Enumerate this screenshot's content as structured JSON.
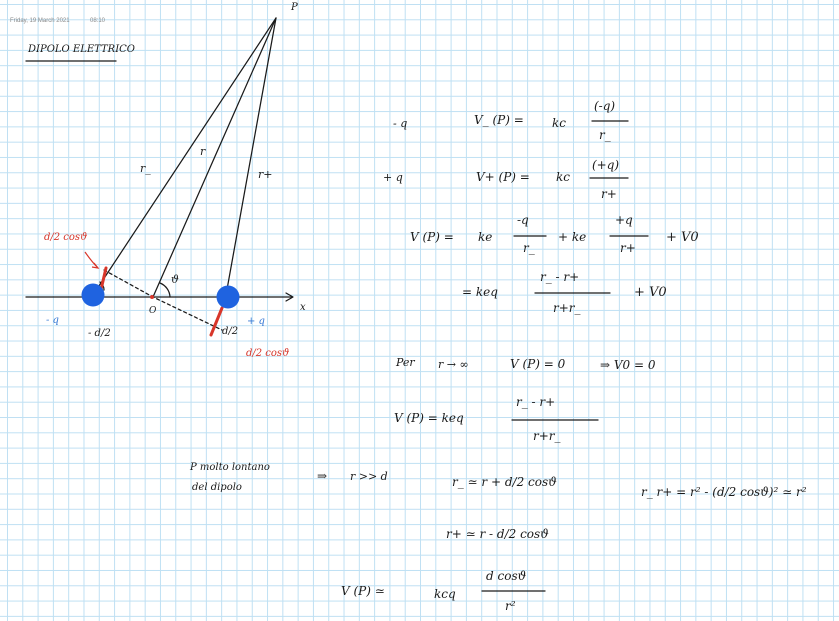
{
  "page": {
    "date": "Friday, 19 March 2021",
    "time": "08:10"
  },
  "title": "DIPOLO ELETTRICO",
  "diagram": {
    "point": "P",
    "r_minus": "r_",
    "r": "r",
    "r_plus": "r+",
    "theta": "ϑ",
    "origin": "O",
    "x_axis": "x",
    "neg_charge": "- q",
    "pos_charge": "+ q",
    "neg_pos": "- d/2",
    "pos_pos": "d/2",
    "proj_left": "d/2 cosϑ",
    "proj_right": "d/2 cosϑ"
  },
  "equations": {
    "neg_label": "- q",
    "pos_label": "+ q",
    "vm_lhs": "V_ (P) =",
    "vm_k": "kc",
    "vm_num": "(-q)",
    "vm_den": "r_",
    "vp_lhs": "V+ (P) =",
    "vp_k": "kc",
    "vp_num": "(+q)",
    "vp_den": "r+",
    "v_lhs": "V (P) =",
    "v_k1": "ke",
    "v_n1": "-q",
    "v_d1": "r_",
    "v_plus": "+ ke",
    "v_n2": "+q",
    "v_d2": "r+",
    "v_v0": "+ V0",
    "v2_lhs": "= keq",
    "v2_num": "r_ - r+",
    "v2_den": "r+r_",
    "v2_v0": "+ V0",
    "per": "Per",
    "per_cond": "r → ∞",
    "per_v": "V (P) = 0",
    "per_res": "⇒ V0 = 0",
    "vf_lhs": "V (P) = keq",
    "vf_num": "r_ - r+",
    "vf_den": "r+r_",
    "note1": "P molto lontano",
    "note2": "del dipolo",
    "implies": "⇒",
    "cond": "r >> d",
    "approx1": "r_ ≃ r + d/2 cosϑ",
    "approx2": "r+ ≃ r - d/2 cosϑ",
    "product": "r_ r+ = r² - (d/2 cosϑ)² ≃ r²",
    "final_lhs": "V (P) ≃",
    "final_k": "kcq",
    "final_num": "d cosϑ",
    "final_den": "r²"
  },
  "colors": {
    "ink": "#1a1a1a",
    "red": "#d8362a",
    "blue": "#3a7bd5",
    "charge": "#1f63e0"
  }
}
